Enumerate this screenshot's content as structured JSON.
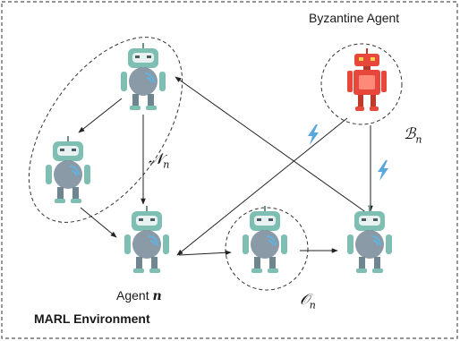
{
  "labels": {
    "byzantine_agent": "Byzantine Agent",
    "agent_n_prefix": "Agent ",
    "agent_n_var": "n",
    "environment": "MARL Environment",
    "neighborhood_symbol": "𝒩",
    "byzantine_set_symbol": "ℬ",
    "observed_set_symbol": "𝒪",
    "subscript": "n"
  },
  "icons": [
    "agent-robot-icon",
    "byzantine-robot-icon",
    "lightning-icon"
  ],
  "colors": {
    "agent_teal": "#7fbfb3",
    "agent_body": "#8a9aa6",
    "byzantine_red": "#e8473c",
    "lightning_blue": "#5aa7dd",
    "border": "#555555"
  }
}
